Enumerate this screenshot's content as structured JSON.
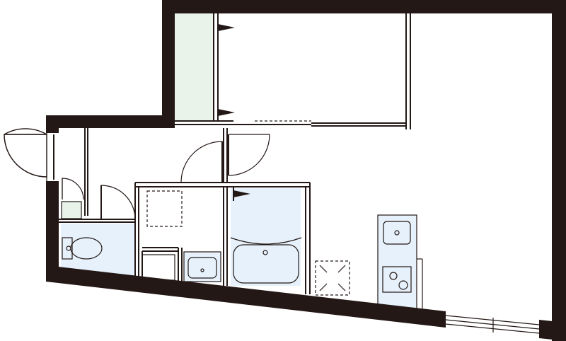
{
  "colors": {
    "wall": "#231815",
    "background": "#ffffff",
    "wet_area_fill": "#e6f1fb",
    "balcony_fill": "#e9f3ea"
  },
  "rooms": [
    {
      "id": "balcony",
      "fill": "balcony"
    },
    {
      "id": "main-room",
      "fill": "background"
    },
    {
      "id": "closet",
      "fill": "background"
    },
    {
      "id": "washroom",
      "fill": "background"
    },
    {
      "id": "bathroom",
      "fill": "wet_area"
    },
    {
      "id": "toilet",
      "fill": "wet_area"
    },
    {
      "id": "entrance",
      "fill": "background"
    },
    {
      "id": "shoe-cabinet",
      "fill": "balcony"
    },
    {
      "id": "kitchen",
      "fill": "background"
    }
  ],
  "fixtures": [
    {
      "id": "toilet-bowl",
      "icon": "toilet-icon"
    },
    {
      "id": "wash-basin",
      "icon": "sink-icon"
    },
    {
      "id": "bathtub",
      "icon": "bathtub-icon"
    },
    {
      "id": "kitchen-sink",
      "icon": "sink-icon"
    },
    {
      "id": "stove",
      "icon": "stove-icon"
    },
    {
      "id": "washer-space",
      "icon": "dashed-square-icon"
    },
    {
      "id": "ac-unit",
      "icon": "dashed-square-icon"
    }
  ]
}
